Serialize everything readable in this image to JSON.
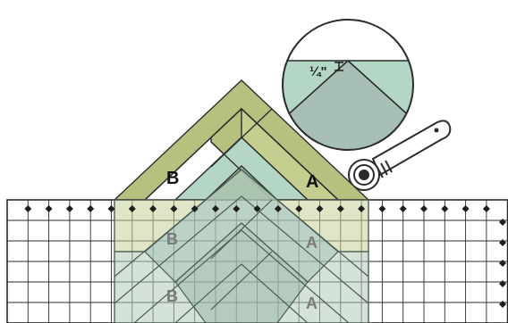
{
  "labels": {
    "b_main": "B",
    "a_main": "A",
    "b_row2": "B",
    "a_row2": "A",
    "b_row3": "B",
    "a_row3": "A",
    "seam_allowance": "¼\"",
    "seam_symbol": "⌶"
  },
  "colors": {
    "strip_b": "#b7c07e",
    "strip_b_stroke": "#2d2d2d",
    "strip_a": "#c4ce8f",
    "center_light": "#b3d7c4",
    "center_dark": "#a7bfb4",
    "ruler_bg": "#ffffff",
    "ruler_line": "#2b2b2b",
    "ruler_overlay": "rgba(178,203,183,0.55)",
    "cutter_fill": "#ffffff",
    "cutter_stroke": "#2b2b2b"
  },
  "icons": {
    "rotary_cutter": "rotary-cutter-icon",
    "ruler_marks": "diamond-marks"
  }
}
